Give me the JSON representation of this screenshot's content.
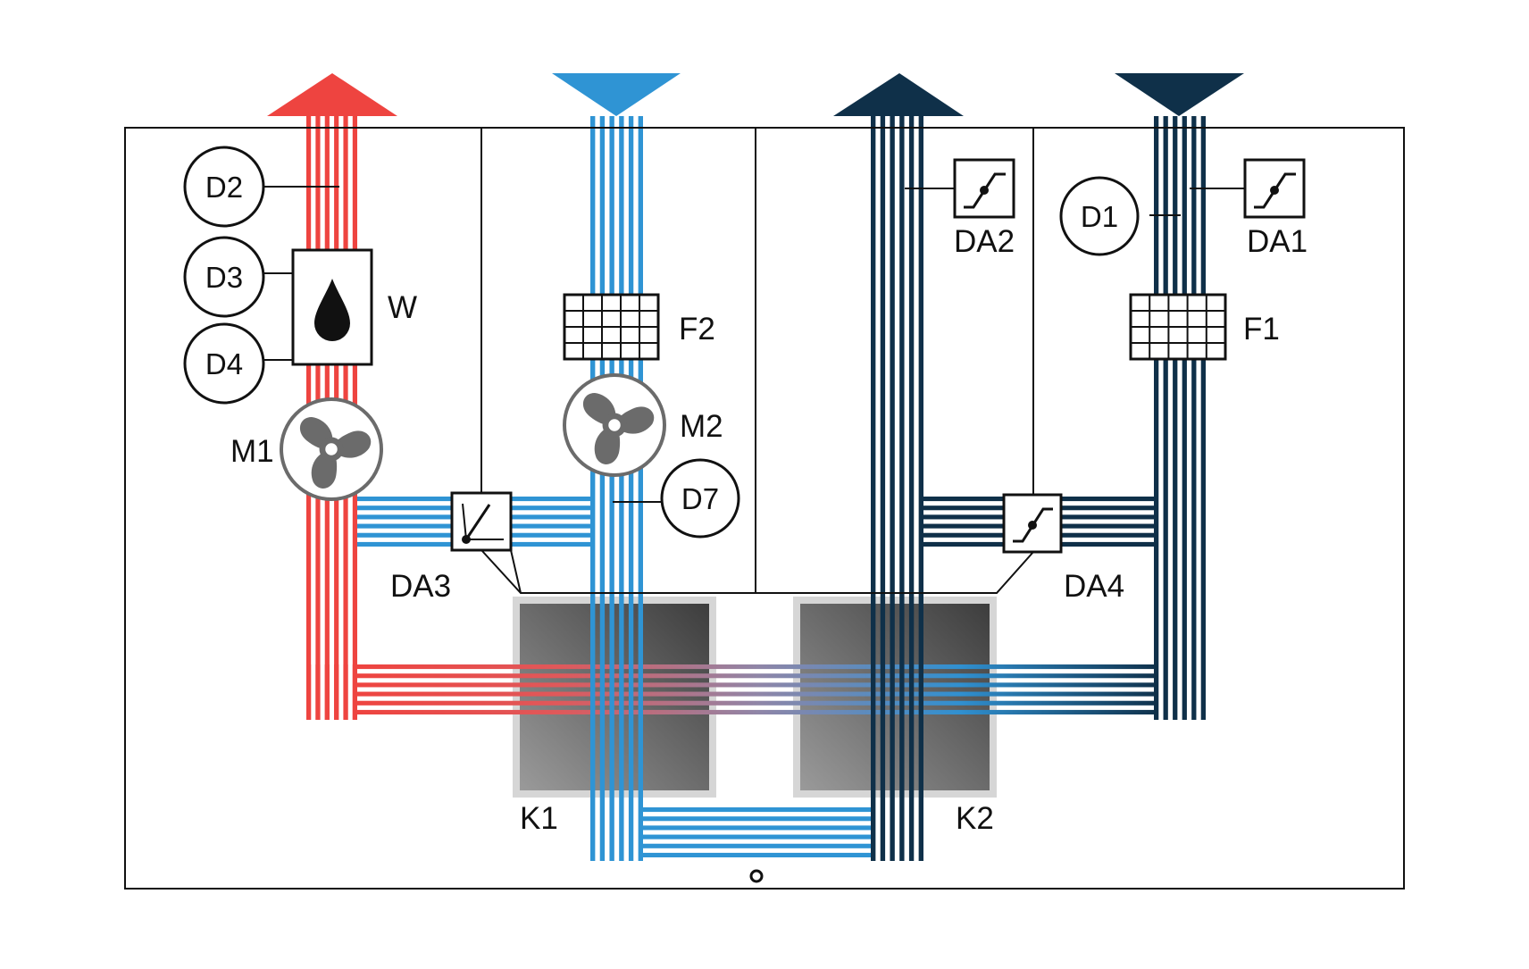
{
  "colors": {
    "supply_red": "#ee4440",
    "fresh_blue": "#2f94d4",
    "navy": "#0f3049",
    "hx_gray": "#6e6e6e",
    "fan_gray": "#6b6b6b",
    "outline": "#111111"
  },
  "sensors": {
    "d1": "D1",
    "d2": "D2",
    "d3": "D3",
    "d4": "D4",
    "d7": "D7"
  },
  "dampers": {
    "da1": "DA1",
    "da2": "DA2",
    "da3": "DA3",
    "da4": "DA4"
  },
  "filters": {
    "f1": "F1",
    "f2": "F2"
  },
  "fans": {
    "m1": "M1",
    "m2": "M2"
  },
  "humidifier": {
    "label": "W"
  },
  "heat_exchangers": {
    "k1": "K1",
    "k2": "K2"
  },
  "icons": {
    "humidifier": "water-drop-icon",
    "fan": "fan-icon",
    "filter": "filter-grid-icon",
    "damper": "damper-actuator-icon"
  }
}
